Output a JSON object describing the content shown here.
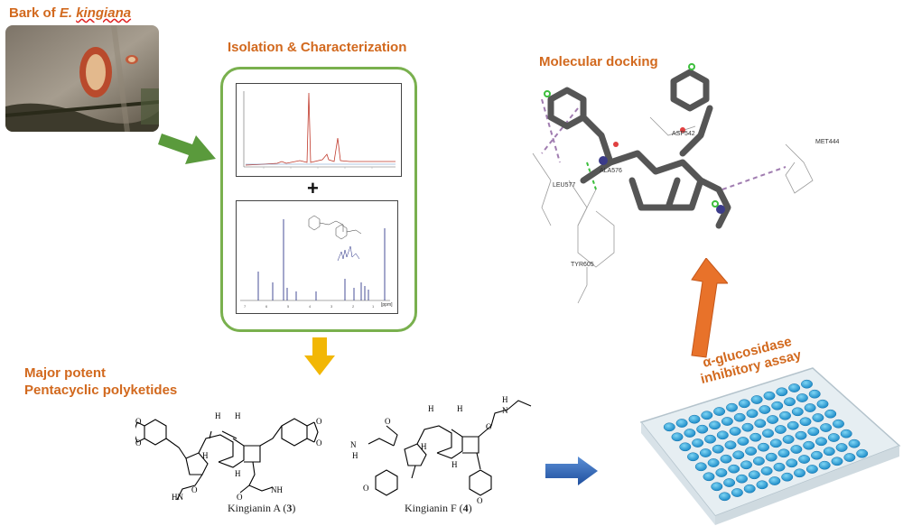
{
  "bark": {
    "title_prefix": "Bark of ",
    "title_genus": "E.",
    "title_species": "kingiana"
  },
  "isolation": {
    "title": "Isolation & Characterization",
    "plus": "+",
    "nmr_axis_unit": "[ppm]"
  },
  "major": {
    "line1": "Major potent",
    "line2": "Pentacyclic polyketides"
  },
  "docking": {
    "title": "Molecular docking",
    "residues": [
      "ASP542",
      "MET444",
      "LEU577",
      "ALA576",
      "TYR605"
    ]
  },
  "assay": {
    "line1": "α-glucosidase",
    "line2": "inhibitory assay"
  },
  "compounds": [
    {
      "name": "Kingianin A (",
      "num": "3",
      "close": ")"
    },
    {
      "name": "Kingianin F (",
      "num": "4",
      "close": ")"
    }
  ],
  "colors": {
    "title_orange": "#d2691e",
    "box_green": "#79b04e",
    "arrow_green": "#5a9a3c",
    "arrow_yellow": "#f2b705",
    "arrow_orange": "#e8722a",
    "arrow_blue": "#2f63b4",
    "well_blue": "#1ea4dc"
  }
}
